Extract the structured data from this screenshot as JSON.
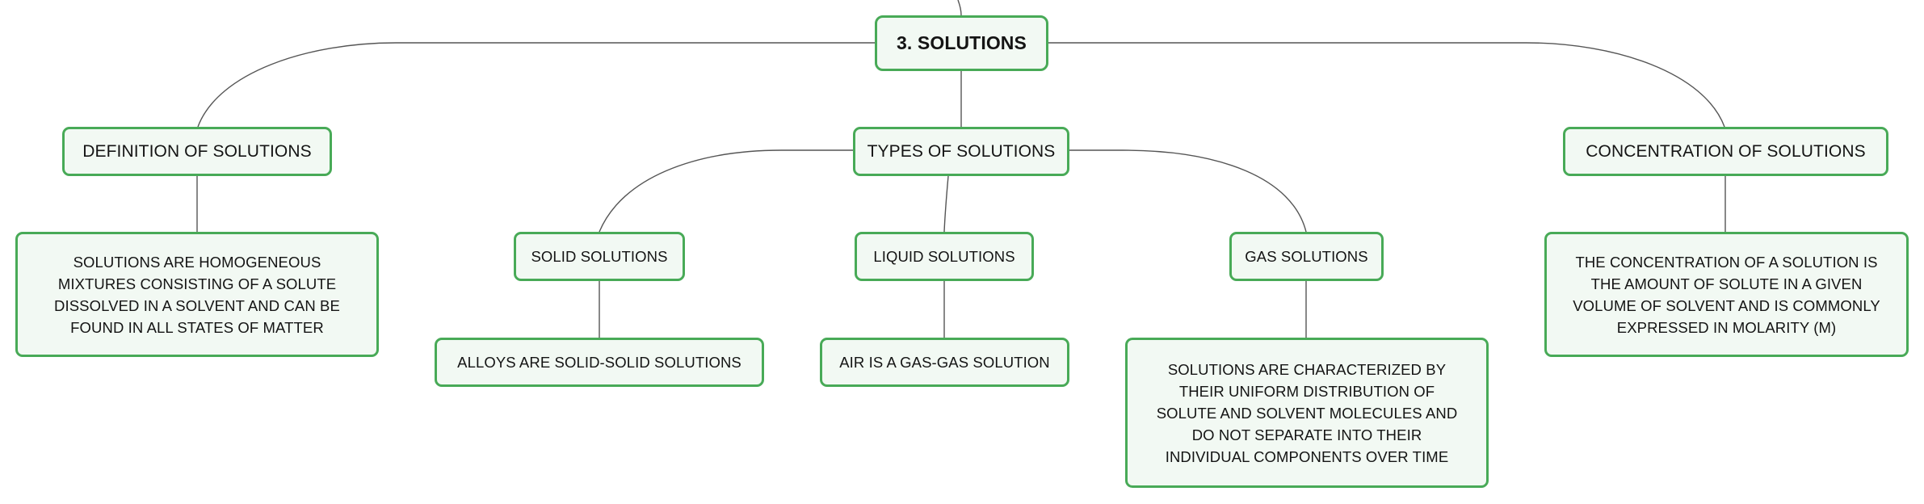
{
  "root": {
    "label": "3. SOLUTIONS"
  },
  "branches": {
    "definition": {
      "label": "DEFINITION OF SOLUTIONS",
      "detail": "SOLUTIONS ARE HOMOGENEOUS MIXTURES CONSISTING OF A SOLUTE DISSOLVED IN A SOLVENT AND CAN BE FOUND IN ALL STATES OF MATTER"
    },
    "types": {
      "label": "TYPES OF SOLUTIONS",
      "solid": {
        "label": "SOLID SOLUTIONS",
        "detail": "ALLOYS ARE SOLID-SOLID SOLUTIONS"
      },
      "liquid": {
        "label": "LIQUID SOLUTIONS",
        "detail": "AIR IS A GAS-GAS SOLUTION"
      },
      "gas": {
        "label": "GAS SOLUTIONS",
        "detail": "SOLUTIONS ARE CHARACTERIZED BY THEIR UNIFORM DISTRIBUTION OF SOLUTE AND SOLVENT MOLECULES AND DO NOT SEPARATE INTO THEIR INDIVIDUAL COMPONENTS OVER TIME"
      }
    },
    "concentration": {
      "label": "CONCENTRATION OF SOLUTIONS",
      "detail": "THE CONCENTRATION OF A SOLUTION IS THE AMOUNT OF SOLUTE IN A GIVEN VOLUME OF SOLVENT AND IS COMMONLY EXPRESSED IN MOLARITY (M)"
    }
  },
  "colors": {
    "border": "#48aa57",
    "fill": "#f2f9f3",
    "line": "#555555"
  }
}
